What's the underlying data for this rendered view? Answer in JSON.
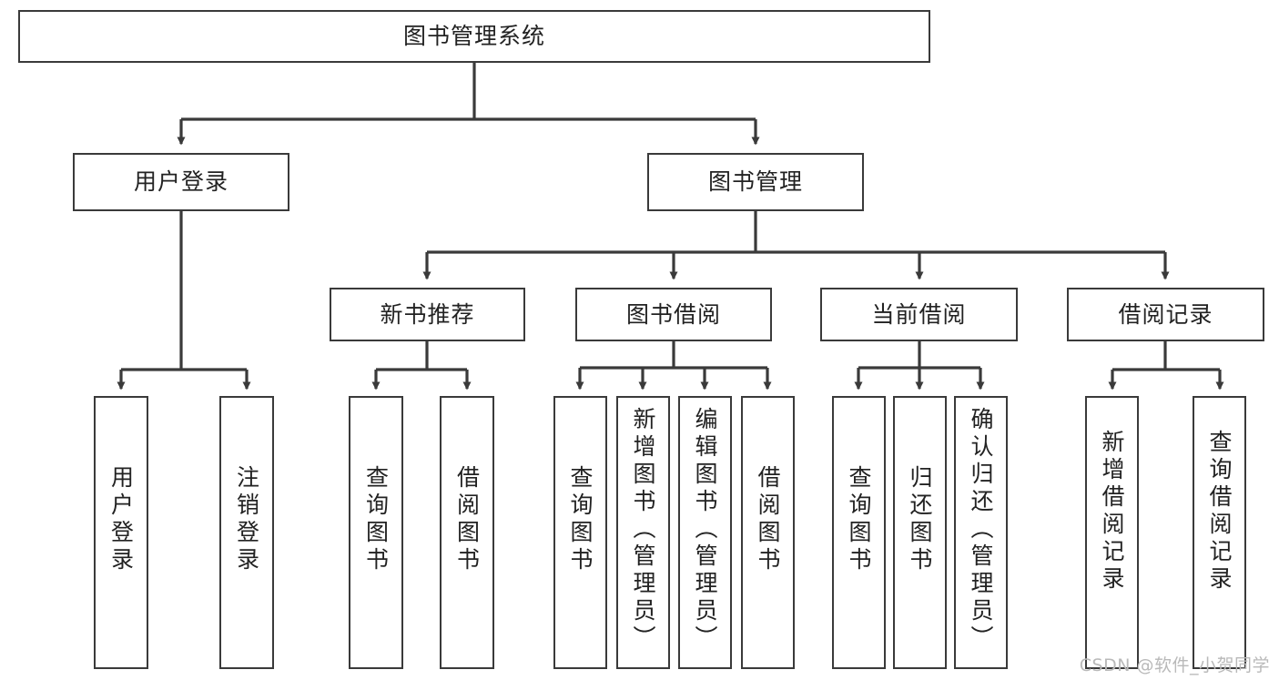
{
  "diagram": {
    "title": "图书管理系统",
    "type": "tree",
    "watermark": "CSDN @软件_小贺同学",
    "colors": {
      "border": "#3a3a3a",
      "background": "#ffffff",
      "text": "#222222",
      "edge": "#3a3a3a",
      "watermark": "#b9b9b9"
    },
    "root": {
      "label": "图书管理系统"
    },
    "level2": [
      {
        "label": "用户登录"
      },
      {
        "label": "图书管理"
      }
    ],
    "level3": [
      {
        "label": "新书推荐"
      },
      {
        "label": "图书借阅"
      },
      {
        "label": "当前借阅"
      },
      {
        "label": "借阅记录"
      }
    ],
    "leaves": {
      "user_login": [
        {
          "label": "用户登录"
        },
        {
          "label": "注销登录"
        }
      ],
      "new_book_recommend": [
        {
          "label": "查询图书"
        },
        {
          "label": "借阅图书"
        }
      ],
      "book_borrow": [
        {
          "label": "查询图书"
        },
        {
          "label": "新增图书（管理员）"
        },
        {
          "label": "编辑图书（管理员）"
        },
        {
          "label": "借阅图书"
        }
      ],
      "current_borrow": [
        {
          "label": "查询图书"
        },
        {
          "label": "归还图书"
        },
        {
          "label": "确认归还（管理员）"
        }
      ],
      "borrow_record": [
        {
          "label": "新增借阅记录"
        },
        {
          "label": "查询借阅记录"
        }
      ]
    }
  }
}
